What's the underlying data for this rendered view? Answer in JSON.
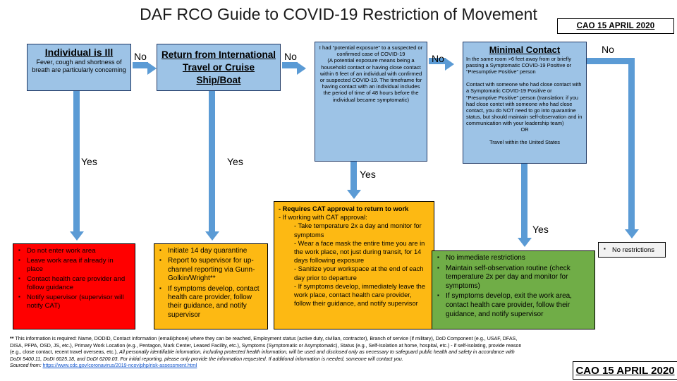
{
  "header": {
    "title": "DAF RCO Guide to COVID-19 Restriction of Movement",
    "cao_badge": "CAO 15 APRIL 2020",
    "cao_badge_bottom": "CAO 15 APRIL 2020"
  },
  "colors": {
    "decision_fill": "#9dc3e6",
    "decision_border": "#1f3864",
    "arrow": "#5b9bd5",
    "stop_red": "#ff0000",
    "caution_orange": "#fdb913",
    "go_green": "#70ad47",
    "neutral_gray": "#f2f2f2"
  },
  "decisions": [
    {
      "id": "individual-is-ill",
      "heading": "Individual is Ill",
      "body": "Fever, cough and shortness of breath are particularly concerning"
    },
    {
      "id": "return-from-travel",
      "heading": "Return from International Travel or Cruise Ship/Boat"
    },
    {
      "id": "potential-exposure",
      "lines": [
        "I had “potential exposure” to a suspected or confirmed case of COVID-19",
        "(A potential exposure means being a household contact or having close contact within 6 feet of an individual with confirmed or suspected COVID-19. The timeframe for having contact with an individual includes the period of time of 48 hours before the individual became symptomatic)"
      ],
      "italic_fragment": "confirmed or suspected COVID-19"
    },
    {
      "id": "minimal-contact",
      "heading": "Minimal Contact",
      "para1": "In the same room >6 feet away from or briefly passing a Symptomatic COVID-19 Positive or “Presumptive Positive” person",
      "para2": "Contact with someone who had close contact with a Symptomatic COVID-19 Positive or “Presumptive Positive” person (translation:  if you had close contct with someone who had close contact, you do NOT need to go into quarantine status, but should maintain self-observation and in communication with your leadership team)",
      "or_label": "OR",
      "para3": "Travel within the United States"
    }
  ],
  "arrow_labels": {
    "no_1": "No",
    "no_2": "No",
    "no_3": "No",
    "no_4": "No",
    "yes_1": "Yes",
    "yes_2": "Yes",
    "yes_3": "Yes",
    "yes_4": "Yes"
  },
  "outcomes": {
    "ill": {
      "id": "outcome-ill-red",
      "items": [
        "Do not enter work area",
        "Leave work area if already in place",
        "Contact health care provider and follow guidance",
        "Notify supervisor (supervisor will notify CAT)"
      ],
      "bold_fragment": "will notify CAT)"
    },
    "quarantine": {
      "id": "outcome-quarantine-orange",
      "items": [
        "Initiate 14 day quarantine",
        "Report to supervisor for up-channel reporting via Gunn-Golkin/Wright**",
        "If symptoms develop, contact health care provider, follow their guidance, and notify supervisor"
      ]
    },
    "cat_approval": {
      "id": "outcome-cat-orange",
      "lines": [
        {
          "text": "- Requires CAT approval to return to work",
          "indent": false,
          "bold": true
        },
        {
          "text": "- If working with CAT approval:",
          "indent": false,
          "bold": false
        },
        {
          "text": "- Take temperature 2x a day and monitor for symptoms",
          "indent": true,
          "bold": false
        },
        {
          "text": "- Wear a face mask the entire time you are in the work place, not just during transit, for 14 days following exposure",
          "indent": true,
          "bold": false
        },
        {
          "text": "- Sanitize your workspace at the end of each day prior to departure",
          "indent": true,
          "bold": false
        },
        {
          "text": "- If symptoms develop, immediately leave the work place, contact health care provider, follow their guidance, and notify supervisor",
          "indent": true,
          "bold": false
        }
      ],
      "italic_fragment": "notify supervisor"
    },
    "minimal": {
      "id": "outcome-minimal-green",
      "items": [
        "No immediate restrictions",
        "Maintain self-observation routine (check temperature 2x per day and monitor for symptoms)",
        "If symptoms develop, exit the work area, contact health care provider, follow their guidance, and notify supervisor"
      ]
    },
    "none": {
      "id": "outcome-no-restrictions",
      "items": [
        "No restrictions"
      ]
    }
  },
  "footnote": {
    "marker": "**",
    "line1": "This information is required:  Name, DODID, Contact Information (email/phone) where they can be reached, Employment status (active duty, civilian, contractor), Branch of service (if military), DoD Component (e.g., USAF, DFAS,",
    "line2": "DISA, PFPA, OSD, JS, etc.), Primary Work Location (e.g., Pentagon, Mark Center, Leased Facility, etc.), Symptoms (Symptomatic or Asymptomatic), Status (e.g., Self-Isolation at home, hospital, etc.) - if self-isolating, provide reason",
    "line3a": "(e.g., close contact, recent travel overseas, etc.), ",
    "line3b": "All personally identifiable information, including protected health information, will be used and disclosed only as necessary to safeguard public health and safety in accordance with",
    "line4": "DoDI 5400.11, DoDI 6025.18, and DoDI 6200.03. For initial reporting, please only provide the information requested. If additional information is needed, someone will contact you.",
    "source_label": "Sourced from: ",
    "source_url": "https://www.cdc.gov/coronavirus/2019-ncov/php/risk-assessment.html"
  }
}
